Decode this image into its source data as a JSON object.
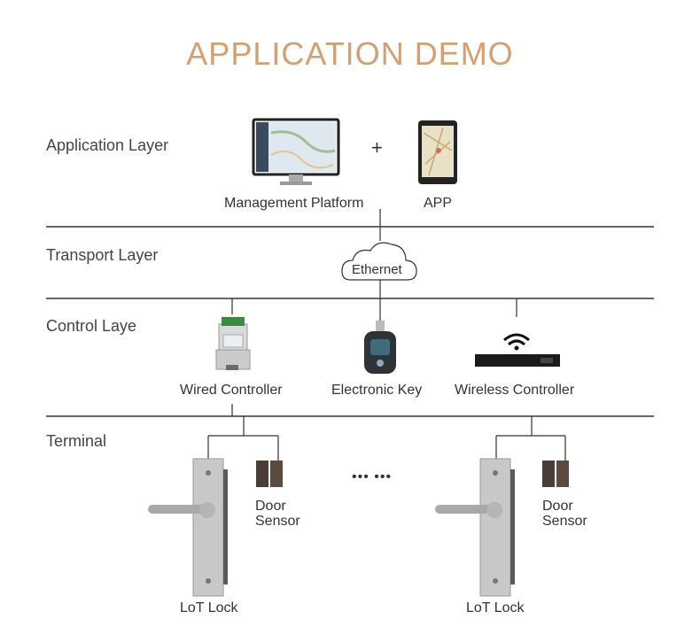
{
  "title": "APPLICATION DEMO",
  "colors": {
    "title": "#d4a06f",
    "line": "#333333"
  },
  "layers": {
    "application": "Application Layer",
    "transport": "Transport Layer",
    "control": "Control Laye",
    "terminal": "Terminal"
  },
  "application": {
    "platform": "Management Platform",
    "plus": "+",
    "app": "APP"
  },
  "transport": {
    "ethernet": "Ethernet"
  },
  "control": {
    "wired": "Wired Controller",
    "key": "Electronic Key",
    "wireless": "Wireless Controller"
  },
  "terminal": {
    "door_sensor_left": "Door\nSensor",
    "door_sensor_right": "Door\nSensor",
    "lock_left": "LoT Lock",
    "lock_right": "LoT Lock",
    "ellipsis": "••• •••"
  }
}
